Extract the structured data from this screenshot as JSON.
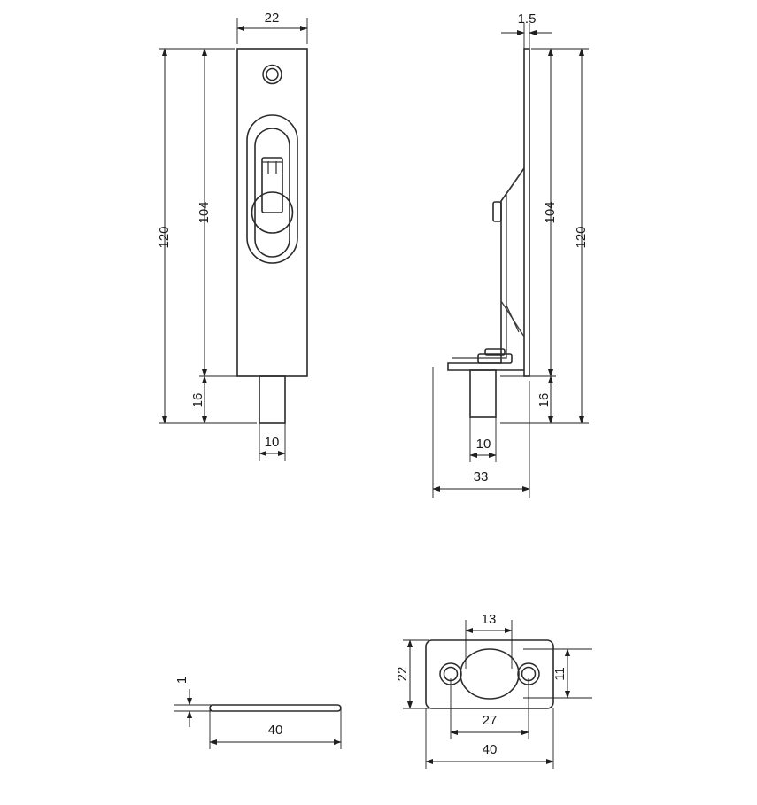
{
  "drawing": {
    "title": "Flush bolt / sliding door latch – dimensioned engineering drawing",
    "units": "mm",
    "background": "#ffffff",
    "line_color": "#2b2b2b",
    "dim_color": "#1f1f1f",
    "text_color": "#1a1a1a"
  },
  "views": [
    {
      "id": "front-view",
      "name": "front-view",
      "label": "",
      "description": "Front elevation of flush bolt faceplate with oval recess, thumb slide handle, screw hole and projecting bolt pin"
    },
    {
      "id": "side-view",
      "name": "side-view",
      "label": "",
      "description": "Side profile of flush bolt showing bent mounting bracket, faceplate thickness and bolt pin"
    },
    {
      "id": "shim-view",
      "name": "shim-plate-view",
      "label": "",
      "description": "Edge view of thin shim / packing plate"
    },
    {
      "id": "strike-view",
      "name": "strike-plate-view",
      "label": "",
      "description": "Strike plate with central oval bolt hole and two countersunk screw holes"
    }
  ],
  "dimensions": {
    "front_view": [
      {
        "name": "dim-width-22",
        "value": "22",
        "orientation": "horizontal",
        "location": "top"
      },
      {
        "name": "dim-height-120",
        "value": "120",
        "orientation": "vertical",
        "location": "left-outer"
      },
      {
        "name": "dim-height-104",
        "value": "104",
        "orientation": "vertical",
        "location": "left-inner"
      },
      {
        "name": "dim-pin-16",
        "value": "16",
        "orientation": "vertical",
        "location": "left-inner-lower"
      },
      {
        "name": "dim-pin-10",
        "value": "10",
        "orientation": "horizontal",
        "location": "bottom"
      }
    ],
    "side_view": [
      {
        "name": "dim-thickness-1-5",
        "value": "1.5",
        "orientation": "horizontal",
        "location": "top"
      },
      {
        "name": "dim-height-104",
        "value": "104",
        "orientation": "vertical",
        "location": "right-inner"
      },
      {
        "name": "dim-height-120",
        "value": "120",
        "orientation": "vertical",
        "location": "right-outer"
      },
      {
        "name": "dim-pin-16",
        "value": "16",
        "orientation": "vertical",
        "location": "right-inner-lower"
      },
      {
        "name": "dim-pin-10",
        "value": "10",
        "orientation": "horizontal",
        "location": "bottom"
      },
      {
        "name": "dim-depth-33",
        "value": "33",
        "orientation": "horizontal",
        "location": "bottom-outer"
      }
    ],
    "shim_view": [
      {
        "name": "dim-thickness-1",
        "value": "1",
        "orientation": "vertical",
        "location": "left"
      },
      {
        "name": "dim-length-40",
        "value": "40",
        "orientation": "horizontal",
        "location": "bottom"
      }
    ],
    "strike_view": [
      {
        "name": "dim-hole-13",
        "value": "13",
        "orientation": "horizontal",
        "location": "top"
      },
      {
        "name": "dim-height-22",
        "value": "22",
        "orientation": "vertical",
        "location": "left"
      },
      {
        "name": "dim-offset-11",
        "value": "11",
        "orientation": "vertical",
        "location": "right"
      },
      {
        "name": "dim-centers-27",
        "value": "27",
        "orientation": "horizontal",
        "location": "bottom-inner"
      },
      {
        "name": "dim-width-40",
        "value": "40",
        "orientation": "horizontal",
        "location": "bottom-outer"
      }
    ]
  }
}
